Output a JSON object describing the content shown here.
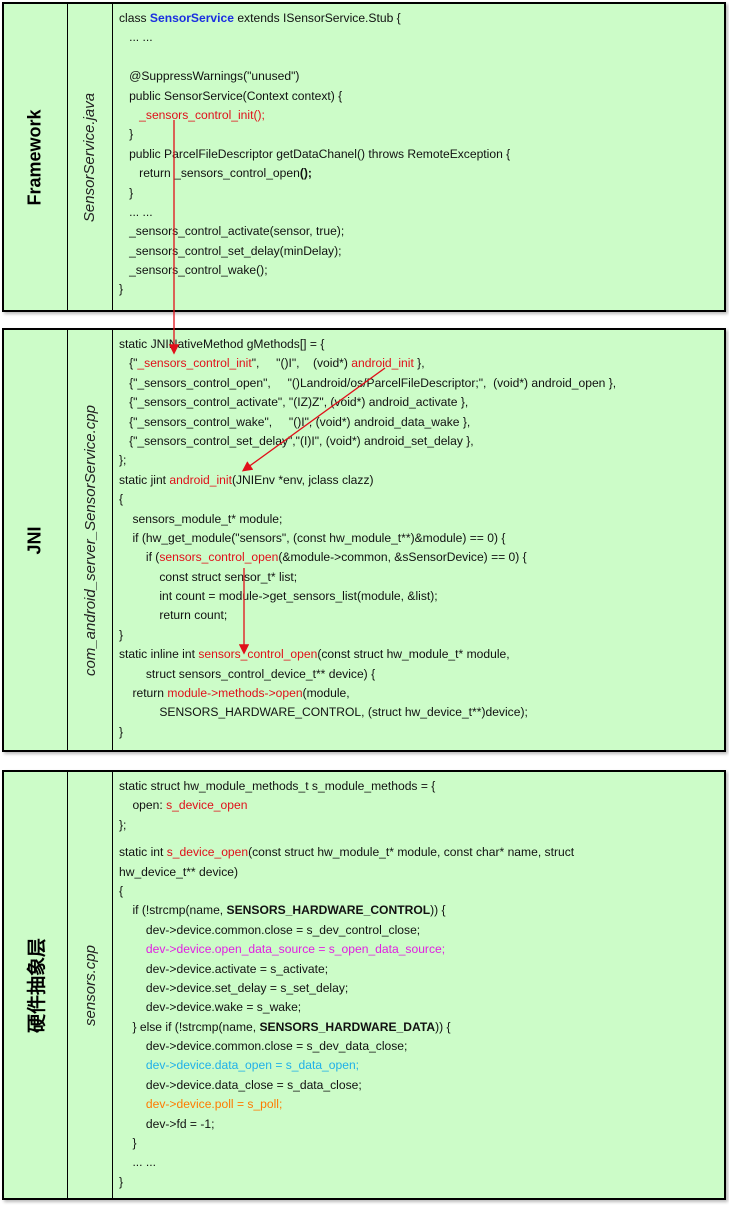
{
  "layers": [
    {
      "name": "Framework",
      "file": "SensorService.java",
      "lines": [
        [
          {
            "t": "class "
          },
          {
            "t": "SensorService",
            "c": "blue"
          },
          {
            "t": " extends ISensorService.Stub {"
          }
        ],
        [
          {
            "t": "   ... ..."
          }
        ],
        [],
        [
          {
            "t": "   @SuppressWarnings(\"unused\")"
          }
        ],
        [
          {
            "t": "   public SensorService(Context context) {"
          }
        ],
        [
          {
            "t": "      "
          },
          {
            "t": "_sensors_control_init();",
            "c": "red"
          }
        ],
        [
          {
            "t": "   }"
          }
        ],
        [
          {
            "t": "   public ParcelFileDescriptor getDataChanel() throws RemoteException {"
          }
        ],
        [
          {
            "t": "      return _sensors_control_open"
          },
          {
            "t": "();",
            "c": "b"
          }
        ],
        [
          {
            "t": "   }"
          }
        ],
        [
          {
            "t": "   ... ..."
          }
        ],
        [
          {
            "t": "   _sensors_control_activate(sensor, true);"
          }
        ],
        [
          {
            "t": "   _sensors_control_set_delay(minDelay);"
          }
        ],
        [
          {
            "t": "   _sensors_control_wake();"
          }
        ],
        [
          {
            "t": "}"
          }
        ]
      ]
    },
    {
      "name": "JNI",
      "file": "com_android_server_SensorService.cpp",
      "lines": [
        [
          {
            "t": "static JNINativeMethod gMethods[] = {"
          }
        ],
        [
          {
            "t": "   {\""
          },
          {
            "t": "_sensors_control_init",
            "c": "red"
          },
          {
            "t": "\",     \"()I\",    (void*) "
          },
          {
            "t": "android_init",
            "c": "red"
          },
          {
            "t": " },"
          }
        ],
        [
          {
            "t": "   {\"_sensors_control_open\",     \"()Landroid/os/ParcelFileDescriptor;\",  (void*) android_open },"
          }
        ],
        [
          {
            "t": "   {\"_sensors_control_activate\", \"(IZ)Z\", (void*) android_activate },"
          }
        ],
        [
          {
            "t": "   {\"_sensors_control_wake\",     \"()I\", (void*) android_data_wake },"
          }
        ],
        [
          {
            "t": "   {\"_sensors_control_set_delay\",\"(I)I\", (void*) android_set_delay },"
          }
        ],
        [
          {
            "t": "};"
          }
        ],
        [
          {
            "t": "static jint "
          },
          {
            "t": "android_init",
            "c": "red"
          },
          {
            "t": "(JNIEnv *env, jclass clazz)"
          }
        ],
        [
          {
            "t": "{"
          }
        ],
        [
          {
            "t": "    sensors_module_t* module;"
          }
        ],
        [
          {
            "t": "    if (hw_get_module(\"sensors\", (const hw_module_t**)&module) == 0) {"
          }
        ],
        [
          {
            "t": "        if ("
          },
          {
            "t": "sensors_control_open",
            "c": "red"
          },
          {
            "t": "(&module->common, &sSensorDevice) == 0) {"
          }
        ],
        [
          {
            "t": "            const struct sensor_t* list;"
          }
        ],
        [
          {
            "t": "            int count = module->get_sensors_list(module, &list);"
          }
        ],
        [
          {
            "t": "            return count;"
          }
        ],
        [
          {
            "t": "}"
          }
        ],
        [
          {
            "t": "static inline int "
          },
          {
            "t": "sensors_control_open",
            "c": "red"
          },
          {
            "t": "(const struct hw_module_t* module,"
          }
        ],
        [
          {
            "t": "        struct sensors_control_device_t** device) {"
          }
        ],
        [
          {
            "t": "    return "
          },
          {
            "t": "module->methods->open",
            "c": "red"
          },
          {
            "t": "(module,"
          }
        ],
        [
          {
            "t": "            SENSORS_HARDWARE_CONTROL, (struct hw_device_t**)device);"
          }
        ],
        [
          {
            "t": "}"
          }
        ]
      ]
    },
    {
      "name": "硬件抽象层",
      "file": "sensors.cpp",
      "lines": [
        [
          {
            "t": "static struct hw_module_methods_t s_module_methods = {"
          }
        ],
        [
          {
            "t": "    open: "
          },
          {
            "t": "s_device_open",
            "c": "red"
          }
        ],
        [
          {
            "t": "};"
          }
        ],
        [
          {
            "gap": true
          }
        ],
        [
          {
            "t": "static int "
          },
          {
            "t": "s_device_open",
            "c": "red"
          },
          {
            "t": "(const struct hw_module_t* module, const char* name, struct"
          }
        ],
        [
          {
            "t": "hw_device_t** device)"
          }
        ],
        [
          {
            "t": "{"
          }
        ],
        [
          {
            "t": "    if (!strcmp(name, "
          },
          {
            "t": "SENSORS_HARDWARE_CONTROL",
            "c": "b"
          },
          {
            "t": ")) {"
          }
        ],
        [
          {
            "t": "        dev->device.common.close = s_dev_control_close;"
          }
        ],
        [
          {
            "t": "        dev->device.open_data_source = s_open_data_source;",
            "c": "mag"
          }
        ],
        [
          {
            "t": "        dev->device.activate = s_activate;"
          }
        ],
        [
          {
            "t": "        dev->device.set_delay = s_set_delay;"
          }
        ],
        [
          {
            "t": "        dev->device.wake = s_wake;"
          }
        ],
        [
          {
            "t": "    } else if (!strcmp(name, "
          },
          {
            "t": "SENSORS_HARDWARE_DATA",
            "c": "b"
          },
          {
            "t": ")) {"
          }
        ],
        [
          {
            "t": "        dev->device.common.close = s_dev_data_close;"
          }
        ],
        [
          {
            "t": "        dev->device.data_open = s_data_open;",
            "c": "cyan"
          }
        ],
        [
          {
            "t": "        dev->device.data_close = s_data_close;"
          }
        ],
        [
          {
            "t": "        dev->device.poll = s_poll;",
            "c": "orange"
          }
        ],
        [
          {
            "t": "        dev->fd = -1;"
          }
        ],
        [
          {
            "t": "    }"
          }
        ],
        [
          {
            "t": "    ... ..."
          }
        ],
        [
          {
            "t": "}"
          }
        ]
      ]
    }
  ],
  "colors": {
    "panel_bg": "#ccfcc8",
    "arrow": "#e0101a"
  }
}
